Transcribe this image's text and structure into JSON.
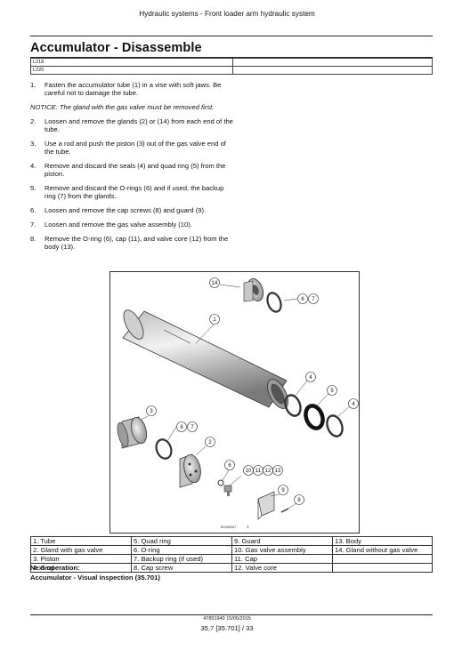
{
  "header": {
    "section_title": "Hydraulic systems - Front loader arm hydraulic system"
  },
  "title": "Accumulator - Disassemble",
  "models": [
    "L218",
    "L220"
  ],
  "steps": [
    {
      "num": "1.",
      "text": "Fasten the accumulator tube (1) in a vise with soft jaws. Be careful not to damage the tube."
    },
    {
      "num": "2.",
      "text": "Loosen and remove the glands (2) or (14) from each end of the tube."
    },
    {
      "num": "3.",
      "text": "Use a rod and push the piston (3) out of the gas valve end of the tube."
    },
    {
      "num": "4.",
      "text": "Remove and discard the seals (4) and quad ring (5) from the piston."
    },
    {
      "num": "5.",
      "text": "Remove and discard the O-rings (6) and if used, the backup ring (7) from the glands."
    },
    {
      "num": "6.",
      "text": "Loosen and remove the cap screws (8) and guard (9)."
    },
    {
      "num": "7.",
      "text": "Loosen and remove the gas valve assembly (10)."
    },
    {
      "num": "8.",
      "text": "Remove the O-ring (6), cap (11), and valve core (12) from the body (13)."
    }
  ],
  "notice": "NOTICE: The gland with the gas valve must be removed first.",
  "figure": {
    "callouts": [
      "14",
      "6",
      "7",
      "1",
      "4",
      "5",
      "4",
      "3",
      "6",
      "7",
      "2",
      "6",
      "10",
      "11",
      "12",
      "13",
      "9",
      "8"
    ],
    "code": "BS08H067",
    "number": "1"
  },
  "legend": [
    [
      "1. Tube",
      "5. Quad ring",
      "9. Guard",
      "13. Body"
    ],
    [
      "2. Gland with gas valve",
      "6. O-ring",
      "10. Gas valve assembly",
      "14. Gland without gas valve"
    ],
    [
      "3. Piston",
      "7. Backup ring (if used)",
      "11. Cap",
      ""
    ],
    [
      "4. Seal",
      "8. Cap screw",
      "12. Valve core",
      ""
    ]
  ],
  "next_operation": {
    "label": "Next operation:",
    "value": "Accumulator - Visual inspection (35.701)"
  },
  "footer": {
    "doc_id": "47851949 15/05/2015",
    "page": "35.7 [35.701] / 33"
  }
}
